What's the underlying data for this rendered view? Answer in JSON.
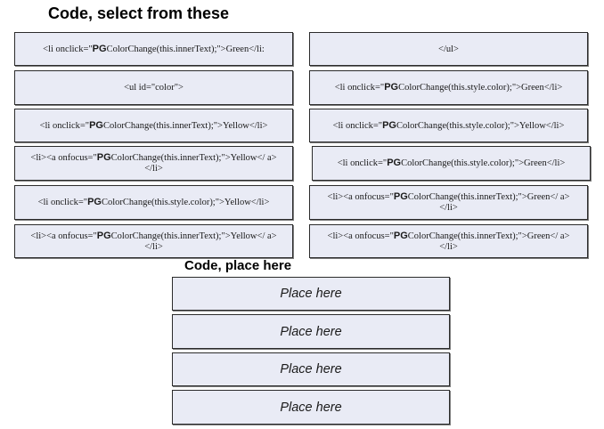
{
  "headings": {
    "select": "Code, select from these",
    "place": "Code, place here"
  },
  "left_tiles": [
    {
      "pre": "<li onclick=\"",
      "pg": "PG",
      "post": "ColorChange(this.innerText);\">Green</li:"
    },
    {
      "pre": "<ul id=\"color\">",
      "pg": "",
      "post": ""
    },
    {
      "pre": "<li onclick=\"",
      "pg": "PG",
      "post": "ColorChange(this.innerText);\">Yellow</li>"
    },
    {
      "pre": "<li><a onfocus=\"",
      "pg": "PG",
      "post": "ColorChange(this.innerText);\">Yellow</ a></li>"
    },
    {
      "pre": "<li onclick=\"",
      "pg": "PG",
      "post": "ColorChange(this.style.color);\">Yellow</li>"
    },
    {
      "pre": "<li><a onfocus=\"",
      "pg": "PG",
      "post": "ColorChange(this.innerText);\">Yellow</ a></li>"
    }
  ],
  "right_tiles": [
    {
      "pre": "</ul>",
      "pg": "",
      "post": ""
    },
    {
      "pre": "<li onclick=\"",
      "pg": "PG",
      "post": "ColorChange(this.style.color);\">Green</li>"
    },
    {
      "pre": "<li onclick=\"",
      "pg": "PG",
      "post": "ColorChange(this.style.color);\">Yellow</li>"
    },
    {
      "pre": "<li onclick=\"",
      "pg": "PG",
      "post": "ColorChange(this.style.color);\">Green</li>"
    },
    {
      "pre": "<li><a onfocus=\"",
      "pg": "PG",
      "post": "ColorChange(this.innerText);\">Green</ a></li>"
    },
    {
      "pre": "<li><a onfocus=\"",
      "pg": "PG",
      "post": "ColorChange(this.innerText);\">Green</ a></li>"
    }
  ],
  "slots": [
    {
      "label": "Place here"
    },
    {
      "label": "Place here"
    },
    {
      "label": "Place here"
    },
    {
      "label": "Place here"
    }
  ]
}
